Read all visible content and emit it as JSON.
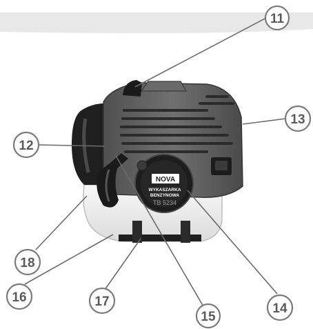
{
  "callouts": [
    {
      "id": "11",
      "label": "11"
    },
    {
      "id": "12",
      "label": "12"
    },
    {
      "id": "13",
      "label": "13"
    },
    {
      "id": "14",
      "label": "14"
    },
    {
      "id": "15",
      "label": "15"
    },
    {
      "id": "16",
      "label": "16"
    },
    {
      "id": "17",
      "label": "17"
    },
    {
      "id": "18",
      "label": "18"
    }
  ],
  "engine_label": {
    "brand": "NOVA",
    "line1": "WYKASZARKA",
    "line2": "BENZYNOWA",
    "model": "TB 5234"
  },
  "colors": {
    "housing": "#5f5f5f",
    "housing_dark": "#2e2e2e",
    "tank": "#f2f2f2",
    "band": "#e6e6e6",
    "callout_text": "#5a5a5a"
  }
}
